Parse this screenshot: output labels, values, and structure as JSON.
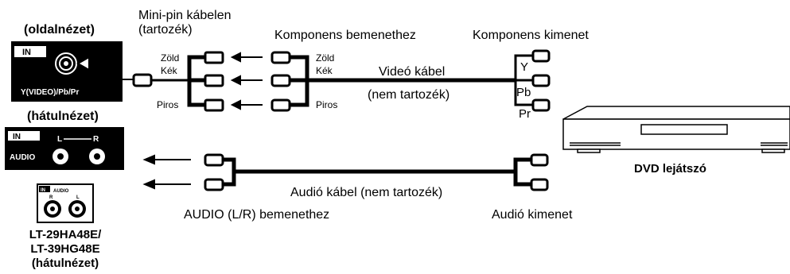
{
  "labels": {
    "side_view": "(oldalnézet)",
    "mini_pin_line1": "Mini-pin kábelen",
    "mini_pin_line2": "(tartozék)",
    "component_input": "Komponens bemenethez",
    "component_output": "Komponens kimenet",
    "green_left": "Zöld",
    "blue_left": "Kék",
    "red_left": "Piros",
    "green_right": "Zöld",
    "blue_right": "Kék",
    "red_right": "Piros",
    "video_cable": "Videó kábel",
    "not_included": "(nem tartozék)",
    "y": "Y",
    "pb": "Pb",
    "pr": "Pr",
    "rear_view": "(hátulnézet)",
    "dvd_player": "DVD lejátszó",
    "audio_cable": "Audió kábel (nem tartozék)",
    "audio_input": "AUDIO (L/R) bemenethez",
    "audio_output": "Audió kimenet",
    "model_line1": "LT-29HA48E/",
    "model_line2": "LT-39HG48E",
    "model_line3": "(hátulnézet)"
  },
  "panels": {
    "side_in": "IN",
    "side_port": "Y(VIDEO)/Pb/Pr",
    "rear_in": "IN",
    "rear_l": "L",
    "rear_r": "R",
    "rear_audio": "AUDIO",
    "small_in": "IN",
    "small_audio": "AUDIO",
    "small_r": "R",
    "small_l": "L"
  }
}
